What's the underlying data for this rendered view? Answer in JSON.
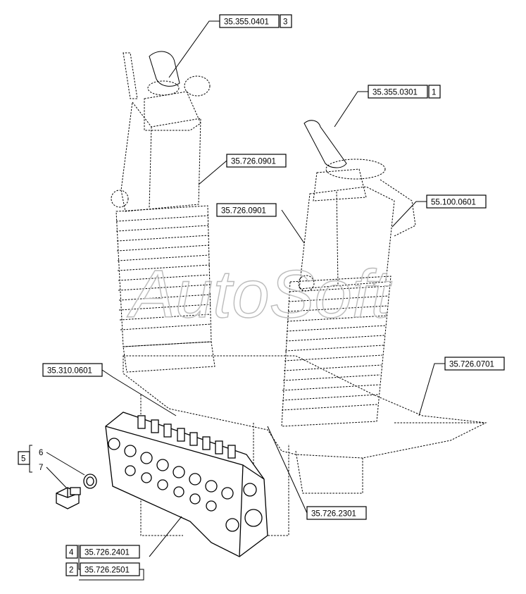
{
  "watermark": "AutoSoft",
  "callouts": {
    "c1": {
      "part": "35.355.0401",
      "ref": "3"
    },
    "c2": {
      "part": "35.355.0301",
      "ref": "1"
    },
    "c3": {
      "part": "35.726.0901"
    },
    "c4": {
      "part": "35.726.0901"
    },
    "c5": {
      "part": "55.100.0601"
    },
    "c6": {
      "part": "35.310.0601"
    },
    "c7": {
      "part": "35.726.0701"
    },
    "c8": {
      "part": "35.726.2301"
    },
    "c9": {
      "group": "5",
      "item_a": "6",
      "item_b": "7"
    },
    "c10": {
      "ref": "4",
      "part": "35.726.2401"
    },
    "c11": {
      "ref": "2",
      "part": "35.726.2501"
    }
  }
}
